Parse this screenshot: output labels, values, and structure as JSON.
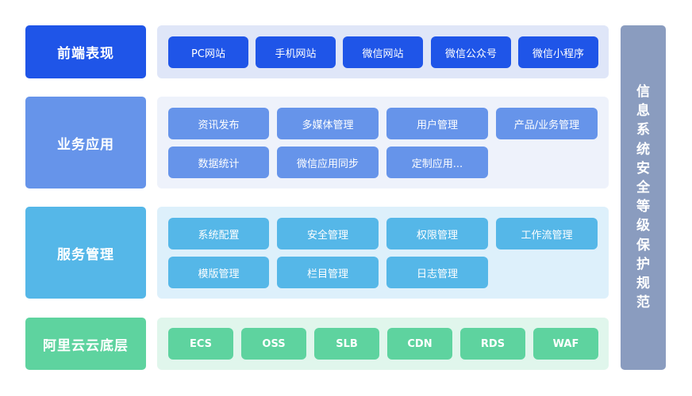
{
  "colors": {
    "frontend": "#1f55e8",
    "frontend_bg": "#dfe6f8",
    "business": "#6694ea",
    "business_bg": "#eef2fb",
    "service": "#55b7e8",
    "service_bg": "#ddf0fb",
    "cloud": "#5ed39f",
    "cloud_bg": "#e0f6ec",
    "side": "#8a9cbf"
  },
  "layers": [
    {
      "label": "前端表现",
      "items": [
        "PC网站",
        "手机网站",
        "微信网站",
        "微信公众号",
        "微信小程序"
      ]
    },
    {
      "label": "业务应用",
      "items": [
        "资讯发布",
        "多媒体管理",
        "用户管理",
        "产品/业务管理",
        "数据统计",
        "微信应用同步",
        "定制应用..."
      ]
    },
    {
      "label": "服务管理",
      "items": [
        "系统配置",
        "安全管理",
        "权限管理",
        "工作流管理",
        "模版管理",
        "栏目管理",
        "日志管理"
      ]
    },
    {
      "label": "阿里云云底层",
      "items": [
        "ECS",
        "OSS",
        "SLB",
        "CDN",
        "RDS",
        "WAF"
      ]
    }
  ],
  "side_panel": {
    "text": "信息系统安全等级保护规范",
    "chars": [
      "信",
      "息",
      "系",
      "统",
      "安",
      "全",
      "等",
      "级",
      "保",
      "护",
      "规",
      "范"
    ]
  }
}
